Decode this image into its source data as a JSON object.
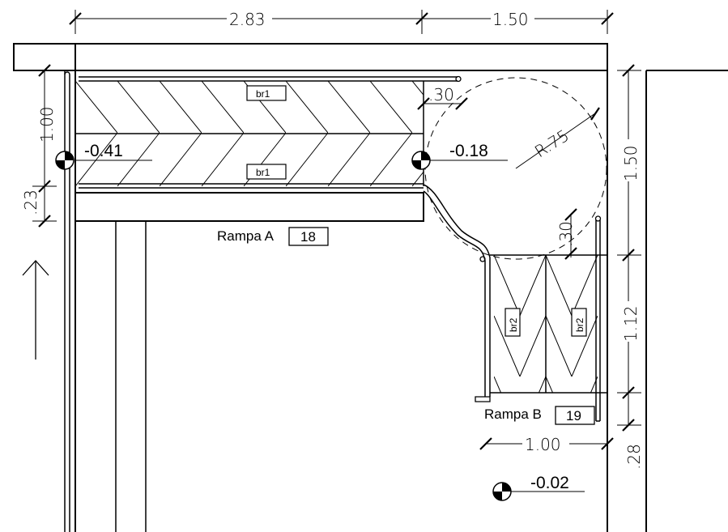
{
  "dimensions": {
    "top_left": "2.83",
    "top_right": "1.50",
    "left_upper": "1.00",
    "left_lower": ".23",
    "right_upper": "1.50",
    "right_middle": "1.12",
    "right_lower": ".28",
    "bottom": "1.00",
    "offset_a": ".30",
    "offset_b": ".30",
    "radius": "R.75"
  },
  "elevations": {
    "landing_left": "-0.41",
    "landing_right": "-0.18",
    "floor": "-0.02"
  },
  "ramps": [
    {
      "label": "Rampa A",
      "number": "18"
    },
    {
      "label": "Rampa B",
      "number": "19"
    }
  ],
  "tags": {
    "br1_top": "br1",
    "br1_bottom": "br1",
    "br2_left": "br2",
    "br2_right": "br2"
  },
  "colors": {
    "line": "#000000",
    "background": "#ffffff"
  }
}
